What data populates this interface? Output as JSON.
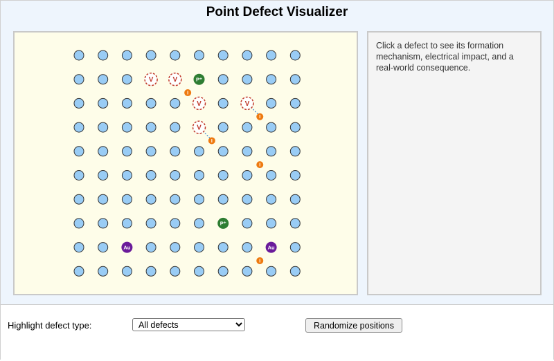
{
  "app": {
    "title": "Point Defect Visualizer"
  },
  "lattice": {
    "rows": 10,
    "cols": 10,
    "vacancy_label": "V",
    "interstitial_label": "I",
    "vacancies": [
      [
        1,
        3
      ],
      [
        1,
        4
      ],
      [
        2,
        5
      ],
      [
        2,
        7
      ],
      [
        3,
        5
      ]
    ],
    "frenkel_pairs": [
      {
        "vacancy": [
          2,
          7
        ],
        "interstitial": [
          2.5,
          7.5
        ]
      },
      {
        "vacancy": [
          3,
          5
        ],
        "interstitial": [
          3.5,
          5.5
        ]
      }
    ],
    "interstitials": [
      [
        1.5,
        4.5
      ],
      [
        2.5,
        7.5
      ],
      [
        3.5,
        5.5
      ],
      [
        4.5,
        7.5
      ],
      [
        8.5,
        7.5
      ]
    ],
    "substitutionals": [
      {
        "row": 1,
        "col": 5,
        "label": "P⁺",
        "type": "donor",
        "color": "#2e7d32"
      },
      {
        "row": 7,
        "col": 6,
        "label": "P⁺",
        "type": "donor",
        "color": "#2e7d32"
      },
      {
        "row": 8,
        "col": 2,
        "label": "Au",
        "type": "deep-level",
        "color": "#6a1b9a"
      },
      {
        "row": 8,
        "col": 8,
        "label": "Au",
        "type": "deep-level",
        "color": "#6a1b9a"
      }
    ],
    "colors": {
      "atom": "#99ccf5",
      "vacancy": "#c0392b",
      "interstitial": "#ee7a10",
      "background": "#fefde9"
    }
  },
  "info": {
    "text": "Click a defect to see its formation mechanism, electrical impact, and a real-world consequence."
  },
  "controls": {
    "highlight_label": "Highlight defect type:",
    "highlight_selected": "All defects",
    "randomize_label": "Randomize positions"
  }
}
